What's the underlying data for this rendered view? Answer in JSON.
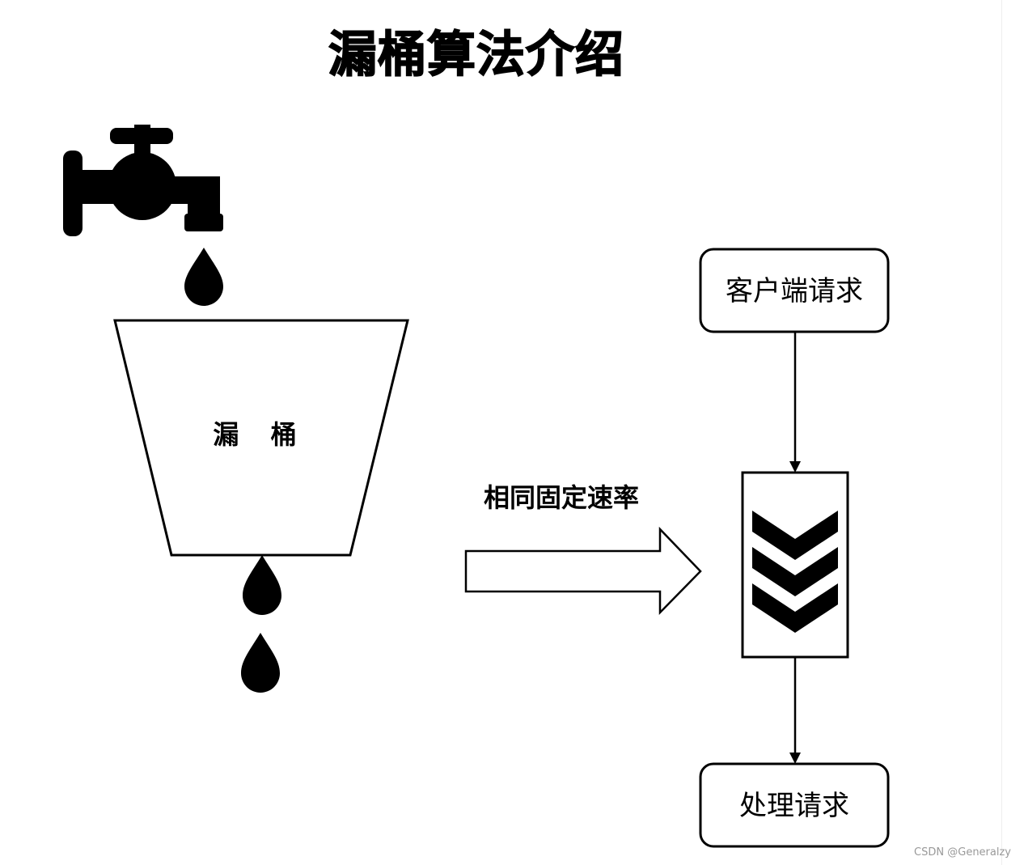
{
  "title": "漏桶算法介绍",
  "bucket": {
    "label": "漏 桶"
  },
  "rate_label": "相同固定速率",
  "client_box": {
    "label": "客户端请求"
  },
  "process_box": {
    "label": "处理请求"
  },
  "watermark": "CSDN @Generalzy",
  "icons": [
    "faucet-icon",
    "water-drop-icon",
    "arrow-icon",
    "chevron-queue-icon"
  ],
  "colors": {
    "ink": "#000000",
    "background": "#ffffff",
    "watermark": "#999999"
  }
}
